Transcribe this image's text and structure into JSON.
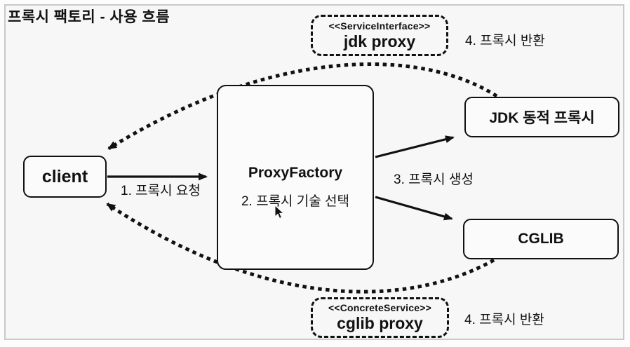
{
  "title": "프록시 팩토리 - 사용 흐름",
  "nodes": {
    "client": {
      "label": "client"
    },
    "proxy_factory": {
      "title": "ProxyFactory",
      "step": "2. 프록시 기술 선택"
    },
    "jdk_dynamic_proxy": {
      "label": "JDK 동적 프록시"
    },
    "cglib": {
      "label": "CGLIB"
    },
    "jdk_proxy": {
      "stereotype": "<<ServiceInterface>>",
      "label": "jdk proxy"
    },
    "cglib_proxy": {
      "stereotype": "<<ConcreteService>>",
      "label": "cglib proxy"
    }
  },
  "labels": {
    "request": "1. 프록시 요청",
    "create": "3. 프록시 생성",
    "return_top": "4. 프록시 반환",
    "return_bottom": "4. 프록시 반환"
  },
  "colors": {
    "stroke": "#111111",
    "canvas": "#f7f7f7",
    "node_fill": "#fbfbfb",
    "frame_border": "#c9c9c9"
  }
}
